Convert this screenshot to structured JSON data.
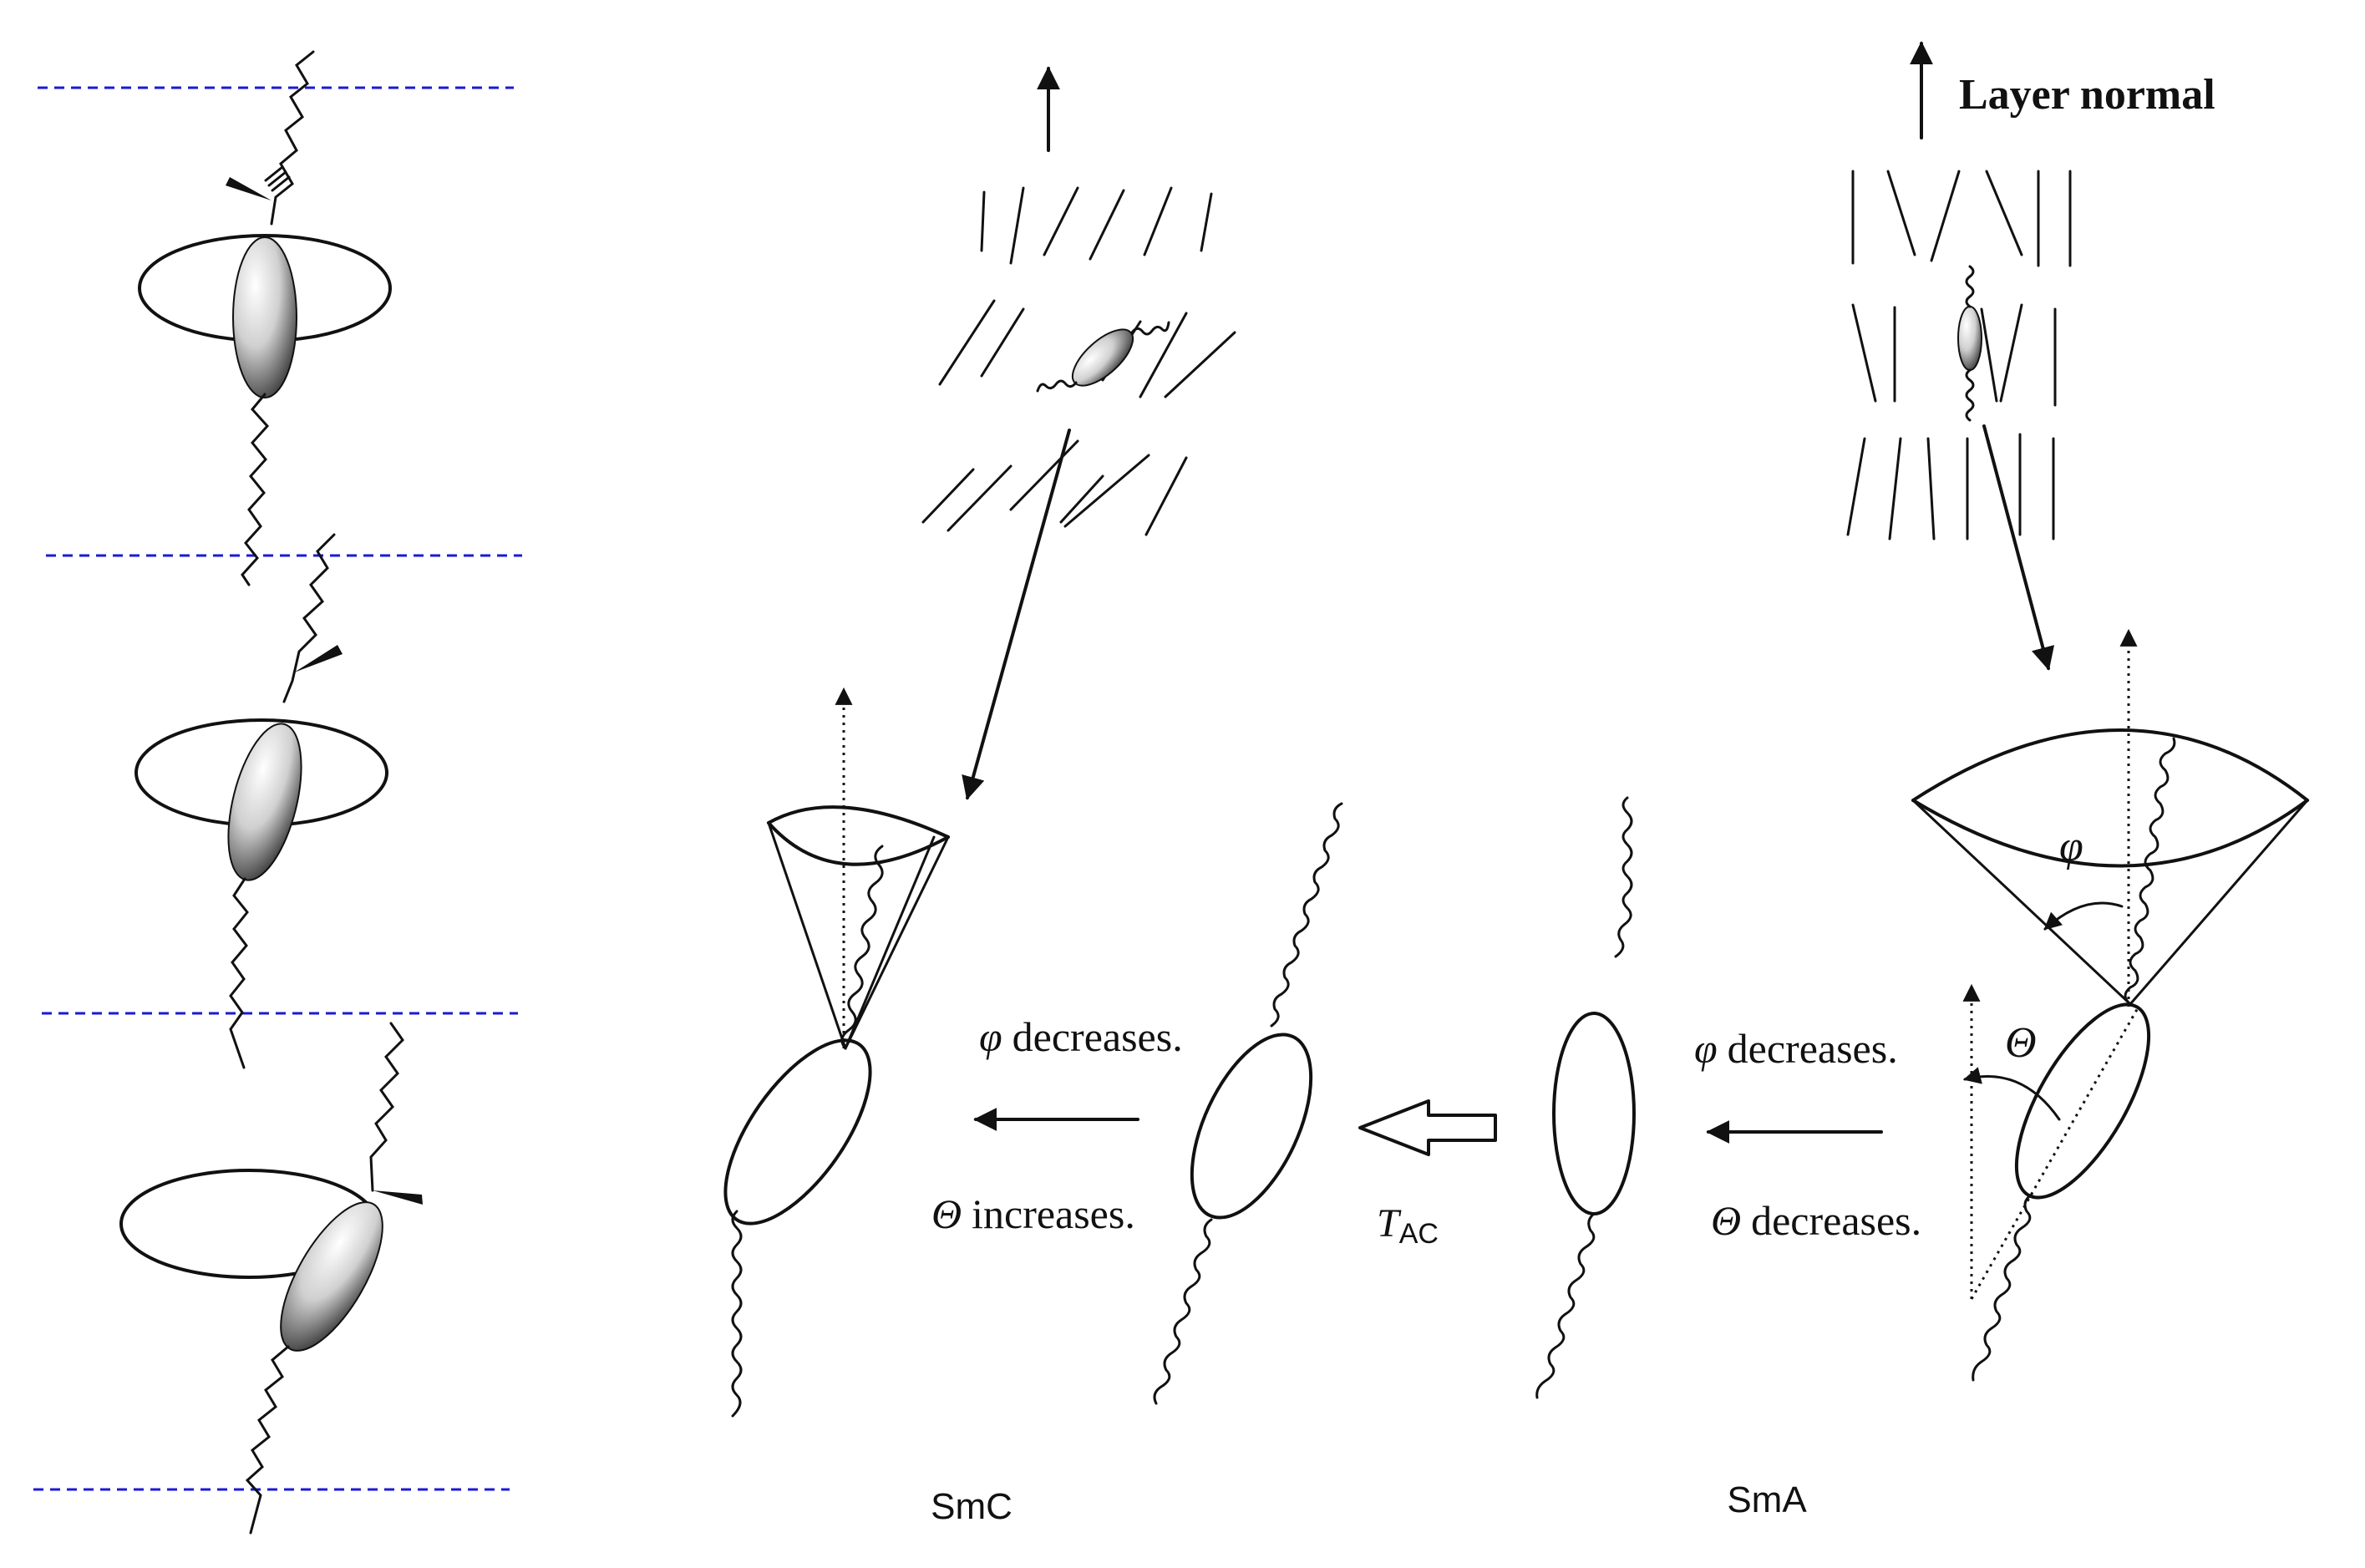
{
  "labels": {
    "layer_normal": "Layer normal",
    "phi_symbol": "φ",
    "theta_symbol": "Θ",
    "phi_decreases": "decreases.",
    "theta_increases": "increases.",
    "theta_decreases": "decreases.",
    "t_symbol": "T",
    "t_subscript": "AC",
    "smc": "SmC",
    "sma": "SmA"
  },
  "colors": {
    "layer_boundary": "#1a1ad6",
    "ink": "#111111"
  },
  "icons": {
    "arrow": "arrow-icon",
    "hollow_arrow": "hollow-arrow-icon"
  }
}
